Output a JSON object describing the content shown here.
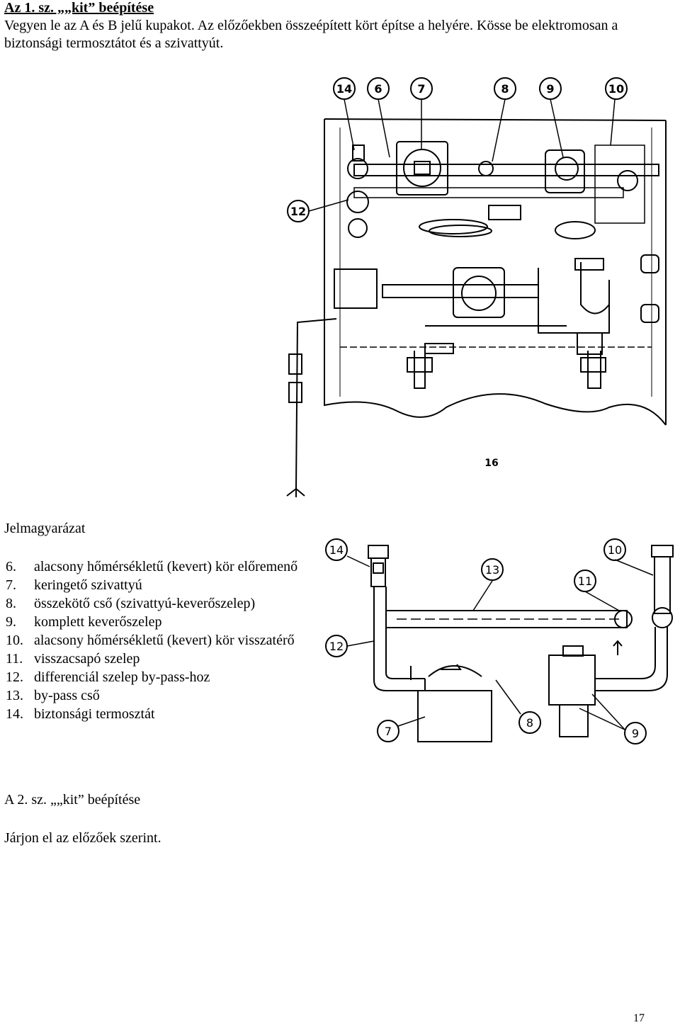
{
  "title": "Az 1. sz. „„kit” beépítése",
  "intro": "Vegyen le az A és B jelű kupakot. Az előzőekben összeépített kört építse a helyére. Kösse be elektromosan a biztonsági termosztátot és a szivattyút.",
  "diagram_top": {
    "callouts": [
      "14",
      "6",
      "7",
      "8",
      "9",
      "10",
      "12",
      "16"
    ]
  },
  "legend": {
    "title": "Jelmagyarázat",
    "items": [
      {
        "num": "6.",
        "label": "alacsony hőmérsékletű (kevert) kör előremenő"
      },
      {
        "num": "7.",
        "label": "keringető szivattyú"
      },
      {
        "num": "8.",
        "label": "összekötő cső (szivattyú-keverőszelep)"
      },
      {
        "num": "9.",
        "label": "komplett keverőszelep"
      },
      {
        "num": "10.",
        "label": "alacsony hőmérsékletű (kevert) kör visszatérő"
      },
      {
        "num": "11.",
        "label": "visszacsapó szelep"
      },
      {
        "num": "12.",
        "label": "differenciál szelep by-pass-hoz"
      },
      {
        "num": "13.",
        "label": "by-pass cső"
      },
      {
        "num": "14.",
        "label": "biztonsági termosztát"
      }
    ]
  },
  "diagram_bottom": {
    "callouts": [
      "14",
      "13",
      "10",
      "11",
      "12",
      "7",
      "8",
      "9"
    ]
  },
  "kit2_title": "A 2. sz. „„kit” beépítése",
  "instruction": "Járjon el az előzőek szerint.",
  "page_number": "17"
}
